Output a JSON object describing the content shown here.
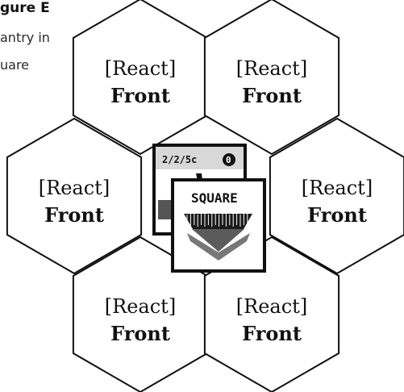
{
  "figure": {
    "title_fragment": "gure E",
    "caption_lines": [
      "antry in",
      "uare"
    ]
  },
  "hexes": [
    {
      "id": "top-left",
      "line1": "[React]",
      "line2": "Front"
    },
    {
      "id": "top-right",
      "line1": "[React]",
      "line2": "Front"
    },
    {
      "id": "middle-left",
      "line1": "[React]",
      "line2": "Front"
    },
    {
      "id": "middle-right",
      "line1": "[React]",
      "line2": "Front"
    },
    {
      "id": "bottom-left",
      "line1": "[React]",
      "line2": "Front"
    },
    {
      "id": "bottom-right",
      "line1": "[React]",
      "line2": "Front"
    }
  ],
  "counters": {
    "back": {
      "strength": "2/2/5c",
      "badge": "0"
    },
    "front": {
      "label": "SQUARE"
    }
  },
  "colors": {
    "ink": "#111111",
    "paper": "#ffffff",
    "counter_grey": "#d8d8d8"
  }
}
